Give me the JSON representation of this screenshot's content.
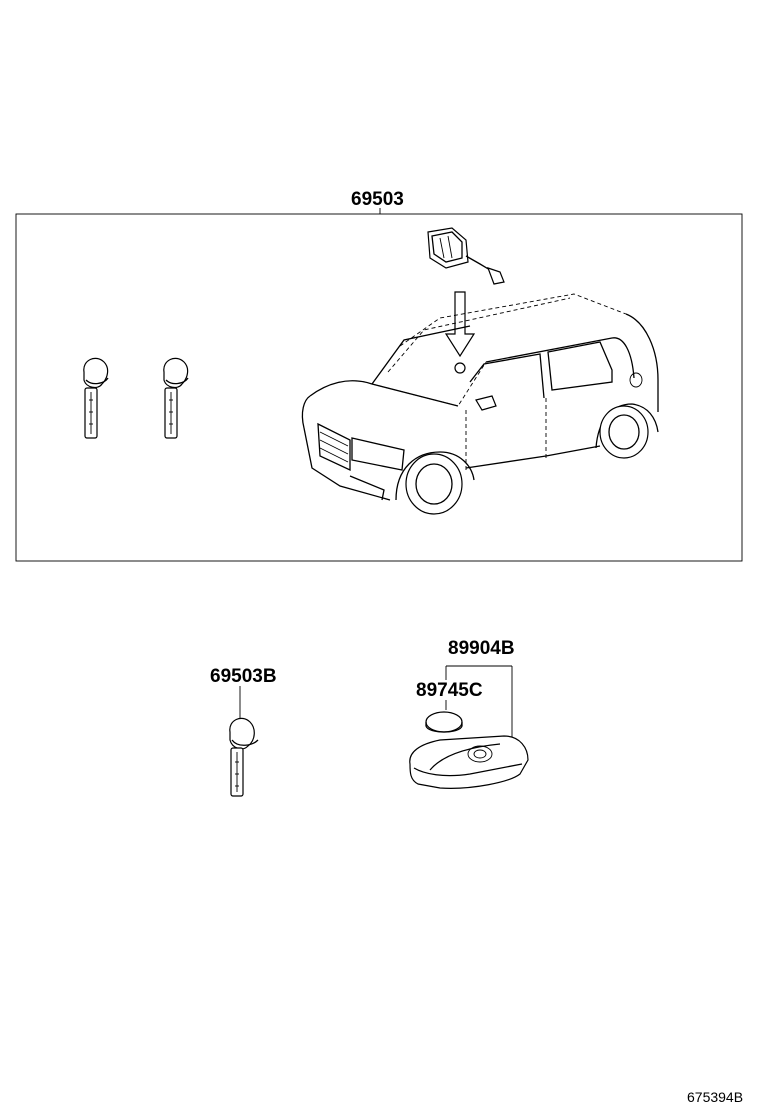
{
  "parts": {
    "main_set": "69503",
    "key_blade": "69503B",
    "transmitter": "89904B",
    "battery": "89745C"
  },
  "diagram_ref": "675394B"
}
